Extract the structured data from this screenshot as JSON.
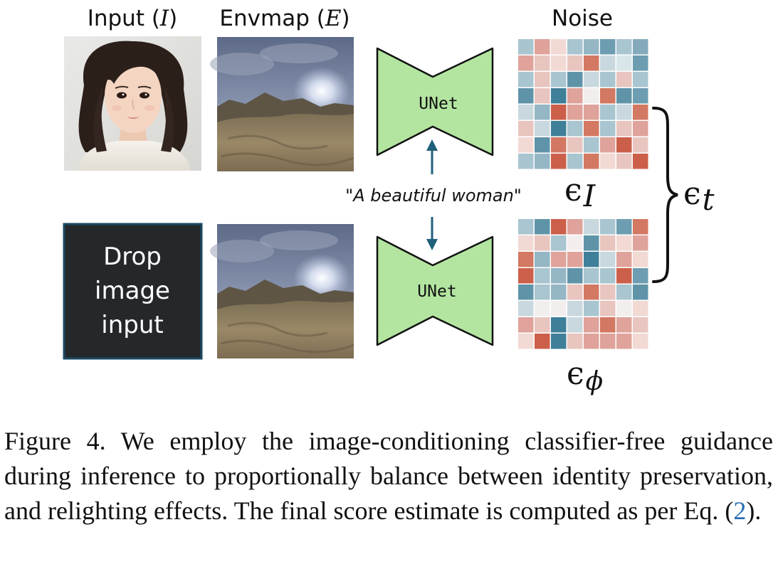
{
  "headers": {
    "input": "Input (",
    "input_sym": "I",
    "envmap": "Envmap (",
    "envmap_sym": "E",
    "close": ")",
    "noise": "Noise"
  },
  "drop_box": {
    "line1": "Drop",
    "line2": "image",
    "line3": "input"
  },
  "unet_label": "UNet",
  "prompt": "\"A beautiful woman\"",
  "symbols": {
    "eps": "ϵ",
    "sub_I": "I",
    "sub_phi": "ϕ",
    "sub_t": "t"
  },
  "colors": {
    "unet_fill": "#b3e5a0",
    "arrow": "#1f5f7a",
    "drop_bg": "#25282b",
    "drop_border": "#1a4a63",
    "eq_link": "#2a6db5"
  },
  "noise_top": [
    [
      "#a8c5d0",
      "#dfa39b",
      "#f2d9d4",
      "#a8c5d0",
      "#95b6c4",
      "#6d9db0",
      "#a8c5d0",
      "#85aabc"
    ],
    [
      "#dfa39b",
      "#e8c5bf",
      "#f2d9d4",
      "#e8c5bf",
      "#d37862",
      "#c8d8de",
      "#d8e6ea",
      "#6d9db0"
    ],
    [
      "#a8c5d0",
      "#e8c5bf",
      "#a8c5d0",
      "#5f94a8",
      "#c8d8de",
      "#a8c5d0",
      "#e8c5bf",
      "#a8c5d0"
    ],
    [
      "#5f94a8",
      "#e8c5bf",
      "#3f7f99",
      "#dfa39b",
      "#f3eeee",
      "#d37862",
      "#5f94a8",
      "#6d9db0"
    ],
    [
      "#c8d8de",
      "#95b6c4",
      "#cc5f4a",
      "#dfa39b",
      "#dfa39b",
      "#a8c5d0",
      "#c8d8de",
      "#d37862"
    ],
    [
      "#e8c5bf",
      "#c8d8de",
      "#3f7f99",
      "#a8c5d0",
      "#d37862",
      "#a8c5d0",
      "#e8c5bf",
      "#dfa39b"
    ],
    [
      "#f2d9d4",
      "#5f94a8",
      "#d37862",
      "#e8c5bf",
      "#a8c5d0",
      "#dfa39b",
      "#cc5f4a",
      "#e8c5bf"
    ],
    [
      "#a8c5d0",
      "#95b6c4",
      "#cc5f4a",
      "#a8c5d0",
      "#d37862",
      "#f2d9d4",
      "#e8c5bf",
      "#cc5f4a"
    ]
  ],
  "noise_bottom": [
    [
      "#a8c5d0",
      "#5f94a8",
      "#cc5f4a",
      "#dfa39b",
      "#c8d8de",
      "#a8c5d0",
      "#6d9db0",
      "#d37862"
    ],
    [
      "#f2d9d4",
      "#e8c5bf",
      "#a8c5d0",
      "#f3eeee",
      "#5f94a8",
      "#e8c5bf",
      "#f2d9d4",
      "#dfa39b"
    ],
    [
      "#d37862",
      "#95b6c4",
      "#dfa39b",
      "#dfa39b",
      "#3f7f99",
      "#c8d8de",
      "#dfa39b",
      "#f2d9d4"
    ],
    [
      "#cc5f4a",
      "#a8c5d0",
      "#95b6c4",
      "#5f94a8",
      "#a8c5d0",
      "#a8c5d0",
      "#cc5f4a",
      "#6d9db0"
    ],
    [
      "#5f94a8",
      "#a8c5d0",
      "#95b6c4",
      "#e8c5bf",
      "#d37862",
      "#e8c5bf",
      "#a8c5d0",
      "#5f94a8"
    ],
    [
      "#c8d8de",
      "#f3eeee",
      "#f3eeee",
      "#c8d8de",
      "#a8c5d0",
      "#e8c5bf",
      "#f3eeee",
      "#f2d9d4"
    ],
    [
      "#dfa39b",
      "#e8c5bf",
      "#3f7f99",
      "#c8d8de",
      "#dfa39b",
      "#d37862",
      "#dfa39b",
      "#e8c5bf"
    ],
    [
      "#f2d9d4",
      "#cc5f4a",
      "#3f7f99",
      "#e8c5bf",
      "#dfa39b",
      "#dfa39b",
      "#dfa39b",
      "#f2d9d4"
    ]
  ],
  "caption": {
    "text": "Figure 4.  We employ the image-conditioning classifier-free guidance during inference to proportionally balance between identity preservation, and relighting effects.  The final score estimate is computed as per Eq. (",
    "eq_ref": "2",
    "end": ")."
  }
}
